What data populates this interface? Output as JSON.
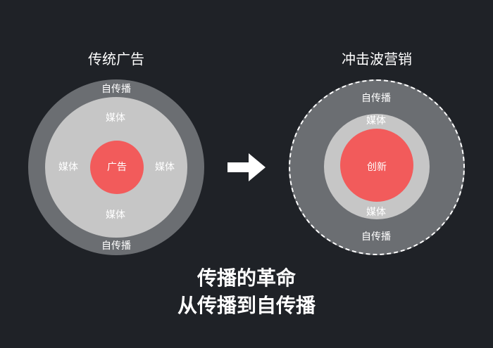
{
  "left": {
    "title": "传统广告",
    "outer_label_top": "自传播",
    "outer_label_bottom": "自传播",
    "middle_label_top": "媒体",
    "middle_label_left": "媒体",
    "middle_label_right": "媒体",
    "middle_label_bottom": "媒体",
    "core_label": "广告"
  },
  "right": {
    "title": "冲击波营销",
    "outer_label_top": "自传播",
    "outer_label_bottom": "自传播",
    "middle_label_top": "媒体",
    "middle_label_bottom": "媒体",
    "core_label": "创新"
  },
  "caption": {
    "line1": "传播的革命",
    "line2": "从传播到自传播"
  },
  "colors": {
    "background": "#1f2227",
    "outer_ring": "#6b6e72",
    "middle_ring": "#c6c6c6",
    "core": "#f25b5b",
    "text": "#ffffff"
  },
  "icons": {
    "arrow": "arrow-right-icon"
  }
}
